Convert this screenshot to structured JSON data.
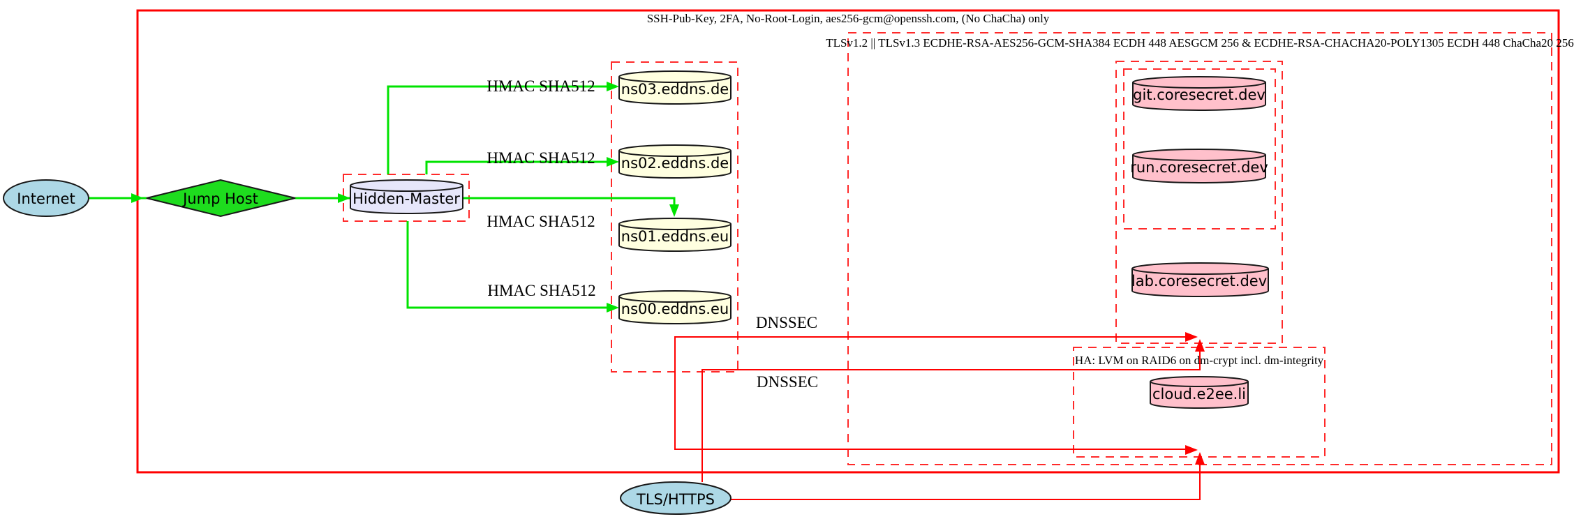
{
  "clusters": {
    "ssh_perimeter": "SSH-Pub-Key, 2FA, No-Root-Login, aes256-gcm@openssh.com, (No ChaCha) only",
    "tls": "TLSv1.2 || TLSv1.3 ECDHE-RSA-AES256-GCM-SHA384 ECDH 448 AESGCM 256 & ECDHE-RSA-CHACHA20-POLY1305 ECDH 448 ChaCha20 256",
    "ha": "HA: LVM on RAID6 on dm-crypt incl. dm-integrity"
  },
  "nodes": {
    "internet": "Internet",
    "jump_host": "Jump Host",
    "hidden_master": "Hidden-Master",
    "ns03": "ns03.eddns.de",
    "ns02": "ns02.eddns.de",
    "ns01": "ns01.eddns.eu",
    "ns00": "ns00.eddns.eu",
    "git": "git.coresecret.dev",
    "run": "run.coresecret.dev",
    "lab": "lab.coresecret.dev",
    "cloud": "cloud.e2ee.li",
    "tls_https": "TLS/HTTPS"
  },
  "edge_labels": {
    "hmac": "HMAC SHA512",
    "dnssec": "DNSSEC"
  },
  "colors": {
    "perimeter_red": "#FF0000",
    "cluster_dash_red": "#FF2A2A",
    "edge_green": "#00E300",
    "diamond_green": "#1EDC1E",
    "ellipse_blue": "#ADD8E6",
    "master_lavender": "#E6E6FA",
    "ns_lightyellow": "#FFFFE0",
    "server_pink": "#FFC0CB",
    "stroke_black": "#181818"
  }
}
